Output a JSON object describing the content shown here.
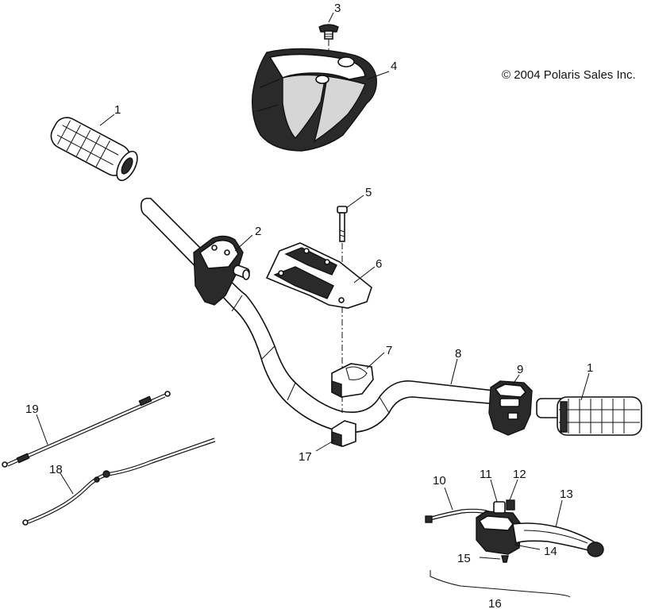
{
  "copyright": "© 2004 Polaris Sales Inc.",
  "callouts": {
    "c1a": "1",
    "c1b": "1",
    "c2": "2",
    "c3": "3",
    "c4": "4",
    "c5": "5",
    "c6": "6",
    "c7": "7",
    "c8": "8",
    "c9": "9",
    "c10": "10",
    "c11": "11",
    "c12": "12",
    "c13": "13",
    "c14": "14",
    "c15": "15",
    "c16": "16",
    "c17": "17",
    "c18": "18",
    "c19": "19"
  }
}
